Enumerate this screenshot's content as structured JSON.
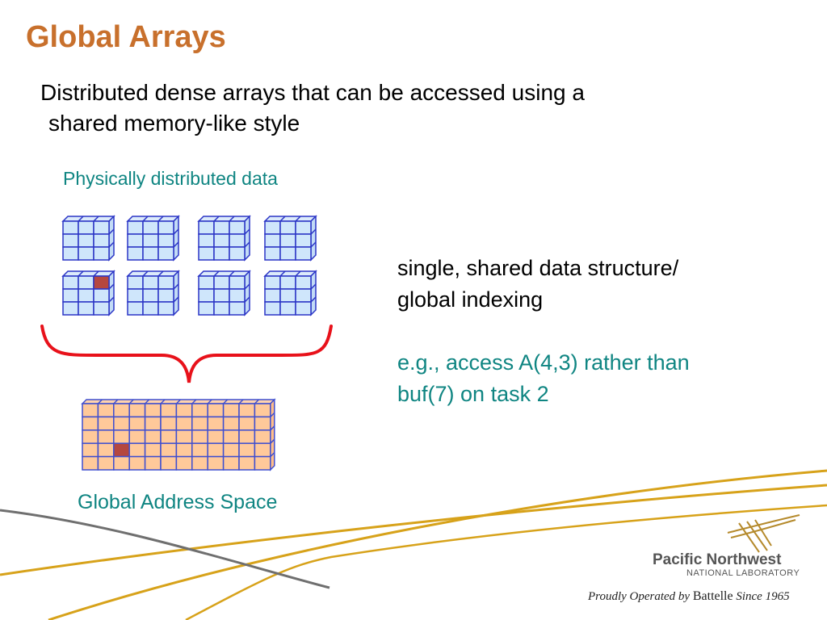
{
  "slide": {
    "title": "Global Arrays",
    "subtitle": [
      "Distributed dense arrays that can be accessed using a",
      "shared memory-like style"
    ]
  },
  "diagram": {
    "physically_distributed_label": "Physically distributed data",
    "global_address_space_label": "Global Address Space",
    "local_blocks": {
      "rows": 2,
      "cols": 4,
      "cells_per_side": 3
    },
    "global_grid": {
      "rows": 5,
      "cols": 12
    },
    "highlighted_element": {
      "block_row": 1,
      "block_col": 0,
      "cell_row": 0,
      "cell_col": 2,
      "global_row": 3,
      "global_col": 2
    }
  },
  "right_text": {
    "line1": "single, shared data structure/",
    "line2": "global indexing",
    "example_line1": "e.g., access A(4,3) rather than",
    "example_line2": "buf(7) on task 2"
  },
  "branding": {
    "org_line1": "Pacific Northwest",
    "org_line2": "NATIONAL LABORATORY",
    "tagline_part1": "Proudly Operated by",
    "tagline_brand": "Battelle",
    "tagline_part2": "Since 1965"
  },
  "colors": {
    "title": "#c8702c",
    "teal_text": "#0f8582",
    "block_face": "#cfe6fb",
    "block_line": "#2b35c6",
    "global_face": "#ffc99a",
    "global_line": "#3f4fd0",
    "highlight": "#b5473f",
    "brace": "#e8111a",
    "swoosh_gold": "#d7a21a",
    "swoosh_gray": "#6f6f6f"
  }
}
